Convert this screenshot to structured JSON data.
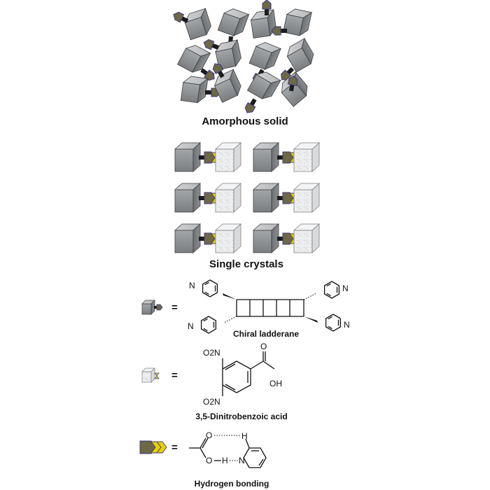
{
  "figure": {
    "labels": {
      "amorphous": "Amorphous solid",
      "single_crystals": "Single crystals",
      "ladderane": "Chiral ladderane",
      "acid": "3,5-Dinitrobenzoic acid",
      "hbond": "Hydrogen bonding"
    },
    "equals": "=",
    "atoms": {
      "N": "N",
      "O": "O",
      "H": "H",
      "OH": "OH",
      "no2_top": "O2N",
      "no2_bottom": "O2N",
      "o_hb1": "O",
      "h_hb1": "H",
      "o_hb2": "O",
      "h_hb2": "H",
      "n_hb": "N"
    },
    "colors": {
      "dark_cube": "#8a8d90",
      "light_cube": "#e6e8ea",
      "connector": "#6e6845",
      "chevron": "#e6d000",
      "outline": "#3f3a8a",
      "link": "#1c1c1c"
    }
  }
}
